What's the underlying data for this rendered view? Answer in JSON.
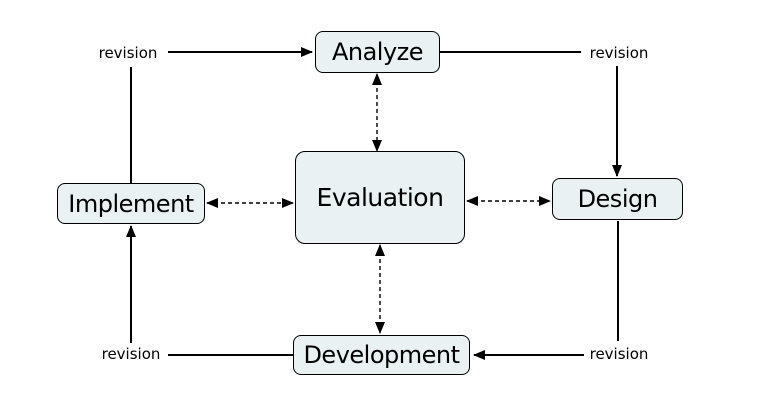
{
  "colors": {
    "background": "#ffffff",
    "box-fill": "#e9f1f3",
    "box-border": "#000000",
    "line": "#000000",
    "text": "#000000"
  },
  "diagram": {
    "type": "process-cycle",
    "nodes": {
      "analyze": "Analyze",
      "design": "Design",
      "development": "Development",
      "implement": "Implement",
      "evaluation": "Evaluation"
    },
    "revision": {
      "top_left": "revision",
      "top_right": "revision",
      "bottom_left": "revision",
      "bottom_right": "revision"
    },
    "relations": {
      "solid_cycle": "Implement -> revision -> Analyze -> revision -> Design -> revision -> Development -> revision -> Implement",
      "dashed_bidirectional": "Evaluation <-> Analyze, Design, Development, Implement"
    }
  }
}
